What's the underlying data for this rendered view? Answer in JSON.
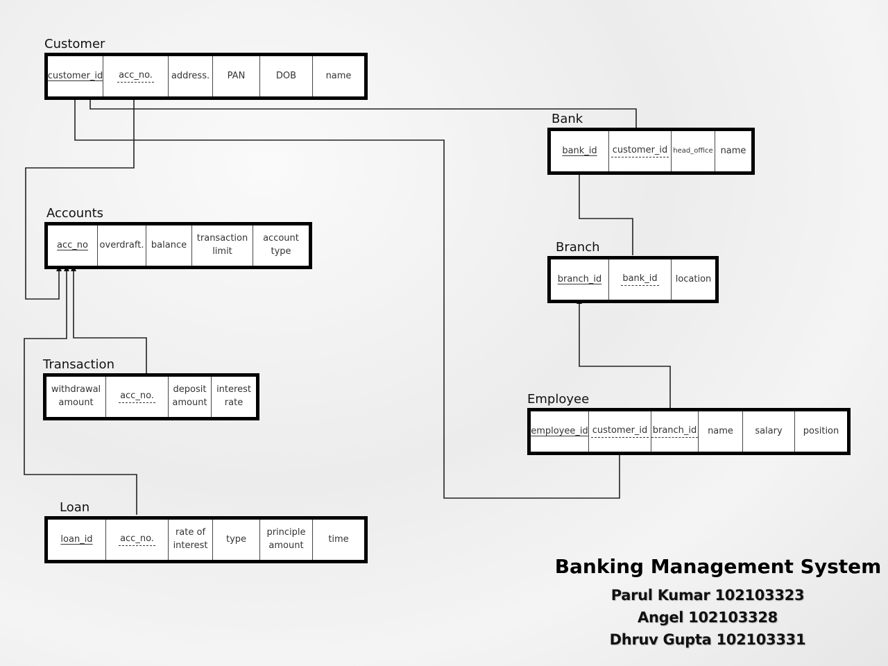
{
  "entities": {
    "customer": {
      "title": "Customer",
      "attributes": [
        "customer_id",
        "acc_no.",
        "address.",
        "PAN",
        "DOB",
        "name"
      ]
    },
    "bank": {
      "title": "Bank",
      "attributes": [
        "bank_id",
        "customer_id",
        "head_office",
        "name"
      ]
    },
    "accounts": {
      "title": "Accounts",
      "attributes": [
        "acc_no",
        "overdraft.",
        "balance",
        "transaction limit",
        "account type"
      ]
    },
    "branch": {
      "title": "Branch",
      "attributes": [
        "branch_id",
        "bank_id",
        "location"
      ]
    },
    "transaction": {
      "title": "Transaction",
      "attributes": [
        "withdrawal amount",
        "acc_no.",
        "deposit amount",
        "interest rate"
      ]
    },
    "employee": {
      "title": "Employee",
      "attributes": [
        "employee_id",
        "customer_id",
        "branch_id",
        "name",
        "salary",
        "position"
      ]
    },
    "loan": {
      "title": "Loan",
      "attributes": [
        "loan_id",
        "acc_no.",
        "rate of interest",
        "type",
        "principle amount",
        "time"
      ]
    }
  },
  "footer": {
    "title": "Banking Management System",
    "authors": [
      "Parul Kumar 102103323",
      "Angel 102103328",
      "Dhruv Gupta 102103331"
    ]
  },
  "colors": {
    "box_border": "#000000",
    "box_fill": "#ffffff",
    "connector": "#222222"
  }
}
